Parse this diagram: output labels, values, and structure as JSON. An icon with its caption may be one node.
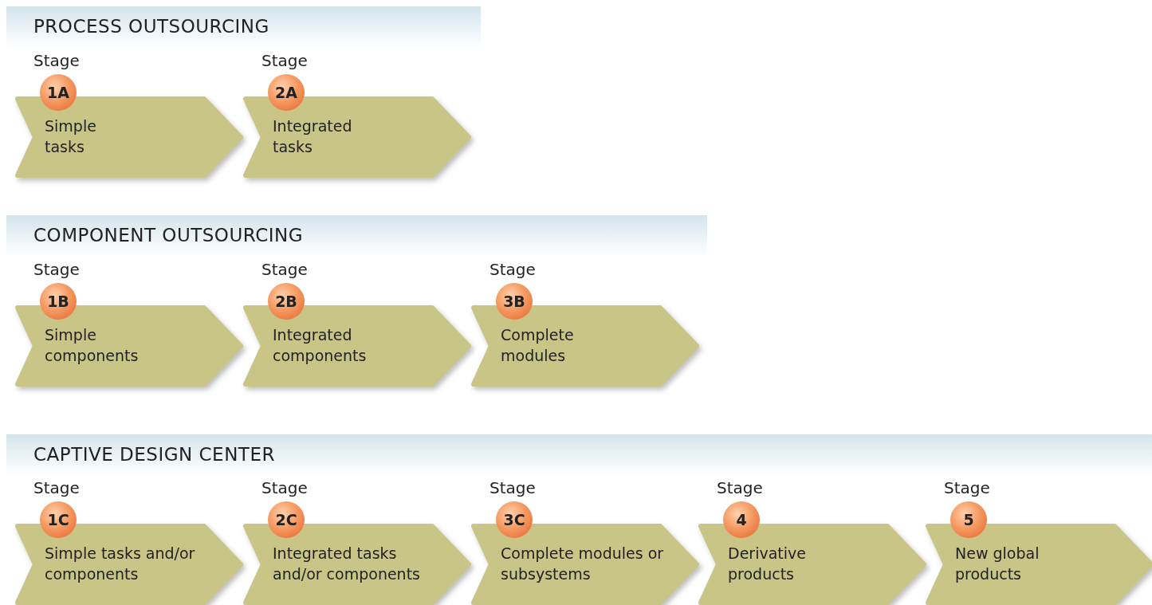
{
  "diagram": {
    "nodes": [
      {
        "text": [
          "PROCESS OUTSOURCING"
        ]
      },
      {
        "text": [
          "1A"
        ],
        "beside": [
          "Stage"
        ]
      },
      {
        "text": [
          "Simple tasks"
        ]
      },
      {
        "text": [
          "2A"
        ],
        "beside": [
          "Stage"
        ]
      },
      {
        "text": [
          "Integrated tasks"
        ]
      },
      {
        "text": [
          "COMPONENT OUTSOURCING"
        ]
      },
      {
        "text": [
          "1B"
        ],
        "beside": [
          "Stage"
        ]
      },
      {
        "text": [
          "Simple components"
        ]
      },
      {
        "text": [
          "2B"
        ],
        "beside": [
          "Stage"
        ]
      },
      {
        "text": [
          "Integrated components"
        ]
      },
      {
        "text": [
          "3B"
        ],
        "beside": [
          "Stage"
        ]
      },
      {
        "text": [
          "Complete modules"
        ]
      },
      {
        "text": [
          "CAPTIVE DESIGN CENTER"
        ]
      },
      {
        "text": [
          "1C"
        ],
        "beside": [
          "Stage"
        ]
      },
      {
        "text": [
          "Simple tasks and/or components"
        ]
      },
      {
        "text": [
          "2C"
        ],
        "beside": [
          "Stage"
        ]
      },
      {
        "text": [
          "Integrated tasks and/or components"
        ]
      },
      {
        "text": [
          "3C"
        ],
        "beside": [
          "Stage"
        ]
      },
      {
        "text": [
          "Complete modules or subsystems"
        ]
      },
      {
        "text": [
          "4"
        ],
        "beside": [
          "Stage"
        ]
      },
      {
        "text": [
          "Derivative products"
        ]
      },
      {
        "text": [
          "5"
        ],
        "beside": [
          "Stage"
        ]
      },
      {
        "text": [
          "New global products"
        ]
      }
    ]
  }
}
